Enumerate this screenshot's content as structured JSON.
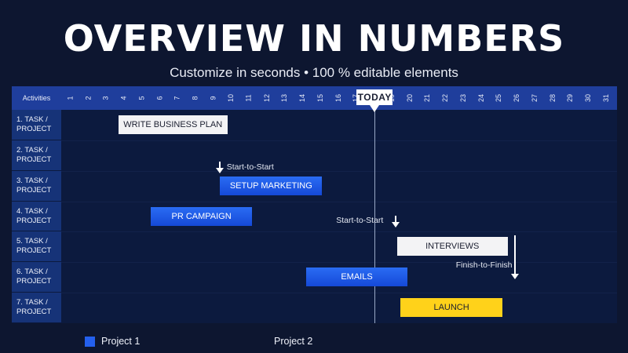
{
  "header": {
    "title": "OVERVIEW IN NUMBERS",
    "subtitle": "Customize in seconds • 100 % editable elements"
  },
  "gantt": {
    "activities_label": "Activities",
    "days": [
      "1",
      "2",
      "3",
      "4",
      "5",
      "6",
      "7",
      "8",
      "9",
      "10",
      "11",
      "12",
      "13",
      "14",
      "15",
      "16",
      "17",
      "18",
      "19",
      "20",
      "21",
      "22",
      "23",
      "24",
      "25",
      "26",
      "27",
      "28",
      "29",
      "30",
      "31"
    ],
    "rows": [
      {
        "line1": "1. TASK /",
        "line2": "PROJECT"
      },
      {
        "line1": "2. TASK /",
        "line2": "PROJECT"
      },
      {
        "line1": "3. TASK /",
        "line2": "PROJECT"
      },
      {
        "line1": "4. TASK /",
        "line2": "PROJECT"
      },
      {
        "line1": "5. TASK /",
        "line2": "PROJECT"
      },
      {
        "line1": "6. TASK /",
        "line2": "PROJECT"
      },
      {
        "line1": "7. TASK /",
        "line2": "PROJECT"
      }
    ],
    "today_label": "TODAY",
    "today_day": 18,
    "tasks": [
      {
        "label": "WRITE BUSINESS PLAN",
        "row": 0,
        "start": 4.2,
        "end": 10.3,
        "style": "white"
      },
      {
        "label": "SETUP MARKETING",
        "row": 2,
        "start": 9.9,
        "end": 15.6,
        "style": "blue"
      },
      {
        "label": "PR CAMPAIGN",
        "row": 3,
        "start": 6.0,
        "end": 11.7,
        "style": "blue"
      },
      {
        "label": "INTERVIEWS",
        "row": 4,
        "start": 19.8,
        "end": 26.0,
        "style": "white"
      },
      {
        "label": "EMAILS",
        "row": 5,
        "start": 14.7,
        "end": 20.4,
        "style": "blue"
      },
      {
        "label": "LAUNCH",
        "row": 6,
        "start": 20.0,
        "end": 25.7,
        "style": "yellow"
      }
    ],
    "dependencies": [
      {
        "label": "Start-to-Start",
        "arrow_day": 10.0,
        "row": 2
      },
      {
        "label": "Start-to-Start",
        "arrow_day": 20.0,
        "row": 4
      },
      {
        "label": "Finish-to-Finish",
        "arrow_day": 26.0,
        "row": 5
      }
    ]
  },
  "legend": {
    "items": [
      "Project 1",
      "Project 2"
    ]
  },
  "colors": {
    "background": "#0d1630",
    "header_row": "#1f3e9c",
    "sidebar": "#163378",
    "project1": "#2460ee",
    "launch": "#ffd21a"
  }
}
